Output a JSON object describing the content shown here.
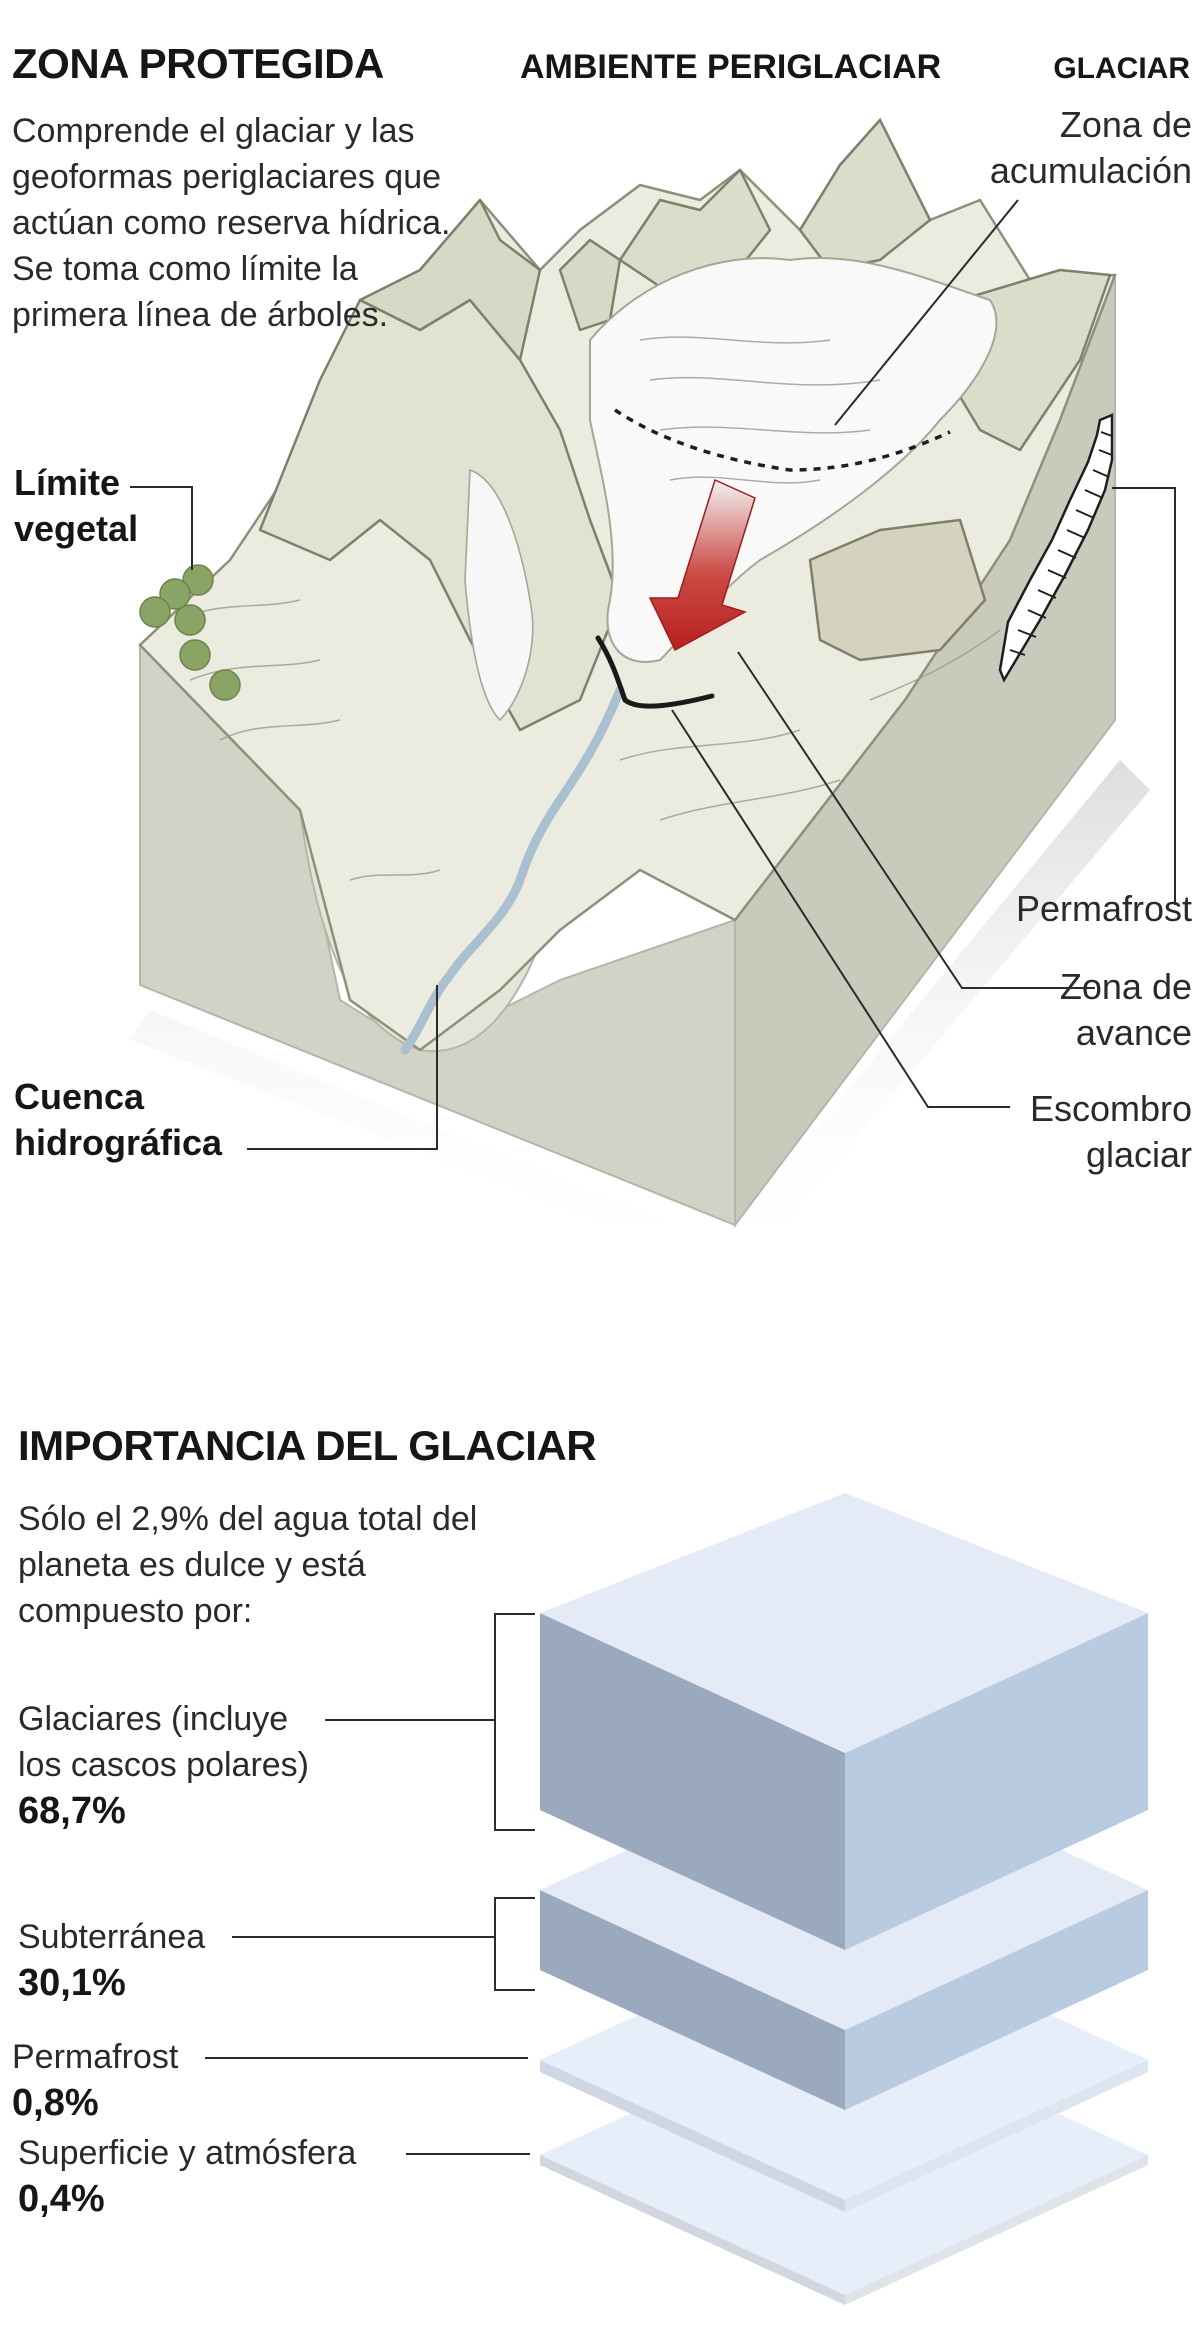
{
  "protected_zone": {
    "title": "ZONA PROTEGIDA",
    "description": "Comprende el glaciar y las geoformas periglaciares que actúan como reserva hídrica. Se toma como límite la primera línea de árboles."
  },
  "periglacial_title": "AMBIENTE PERIGLACIAR",
  "glacier_label": "GLACIAR",
  "labels": {
    "accumulation": "Zona de acumulación",
    "vegetal_limit": "Límite vegetal",
    "permafrost": "Permafrost",
    "advance": "Zona de avance",
    "rock_glacier": "Escombro glaciar",
    "basin": "Cuenca hidrográfica"
  },
  "importance": {
    "title": "IMPORTANCIA DEL GLACIAR",
    "intro": "Sólo el 2,9% del agua total del planeta es dulce y está compuesto por:",
    "items": [
      {
        "label": "Glaciares (incluye los cascos polares)",
        "value": "68,7%",
        "share": 68.7
      },
      {
        "label": "Subterránea",
        "value": "30,1%",
        "share": 30.1
      },
      {
        "label": "Permafrost",
        "value": "0,8%",
        "share": 0.8
      },
      {
        "label": "Superficie y atmósfera",
        "value": "0,4%",
        "share": 0.4
      }
    ]
  },
  "colors": {
    "terrain_side": "#d2d2c6",
    "terrain_top": "#ebebe0",
    "snow": "#f8f9f8",
    "river": "#a9c0d0",
    "trees": "#8aa466",
    "arrow": "#c0282c",
    "block_top": "#e4ebf6",
    "block_left": "#9aa9be",
    "block_right": "#b9cbe0"
  }
}
